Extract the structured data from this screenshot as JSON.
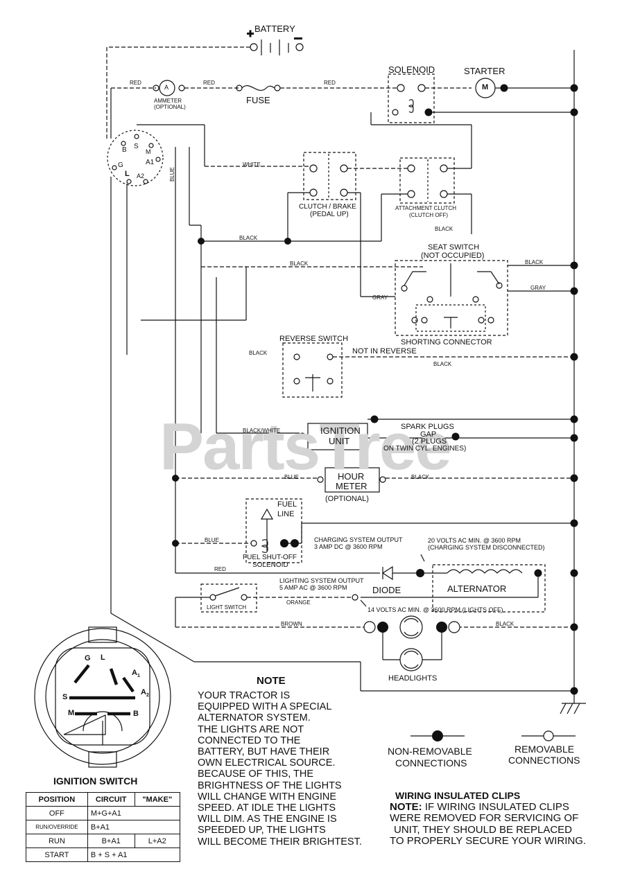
{
  "watermark": "PartsTree",
  "components": {
    "battery": "BATTERY",
    "solenoid": "SOLENOID",
    "starter": "STARTER",
    "starter_m": "M",
    "ammeter": "AMMETER",
    "ammeter_opt": "(OPTIONAL)",
    "ammeter_a": "A",
    "fuse": "FUSE",
    "clutch_brake": "CLUTCH / BRAKE",
    "pedal_up": "(PEDAL UP)",
    "attachment_clutch": "ATTACHMENT CLUTCH",
    "clutch_off": "(CLUTCH OFF)",
    "seat_switch": "SEAT SWITCH",
    "not_occupied": "(NOT OCCUPIED)",
    "shorting_connector": "SHORTING CONNECTOR",
    "reverse_switch": "REVERSE SWITCH",
    "not_in_reverse": "NOT IN REVERSE",
    "ignition_unit_1": "IGNITION",
    "ignition_unit_2": "UNIT",
    "spark_plugs_1": "SPARK PLUGS",
    "spark_plugs_2": "GAP",
    "spark_plugs_3": "(2 PLUGS",
    "spark_plugs_4": "ON TWIN CYL. ENGINES)",
    "hour_meter_1": "HOUR",
    "hour_meter_2": "METER",
    "hour_meter_opt": "(OPTIONAL)",
    "fuel_line_1": "FUEL",
    "fuel_line_2": "LINE",
    "fuel_solenoid_1": "FUEL SHUT-OFF",
    "fuel_solenoid_2": "SOLENOID",
    "charging_output_1": "CHARGING SYSTEM OUTPUT",
    "charging_output_2": "3 AMP DC @ 3600 RPM",
    "ac_20v_1": "20 VOLTS AC MIN. @ 3600 RPM",
    "ac_20v_2": "(CHARGING SYSTEM DISCONNECTED)",
    "diode": "DIODE",
    "alternator": "ALTERNATOR",
    "lighting_output_1": "LIGHTING SYSTEM OUTPUT",
    "lighting_output_2": "5 AMP AC @ 3600 RPM",
    "ac_14v": "14 VOLTS AC MIN. @ 3600 RPM (LIGHTS OFF)",
    "light_switch": "LIGHT SWITCH",
    "headlights": "HEADLIGHTS",
    "ignition_terminals": {
      "b": "B",
      "s": "S",
      "m": "M",
      "a1": "A1",
      "g": "G",
      "l": "L",
      "a2": "A2"
    }
  },
  "wires": {
    "red_1": "RED",
    "red_2": "RED",
    "red_3": "RED",
    "red_4": "RED",
    "white": "WHITE",
    "blue_vertical": "BLUE",
    "blue_hour": "BLUE",
    "blue_fuel": "BLUE",
    "black_1": "BLACK",
    "black_2": "BLACK",
    "black_3": "BLACK",
    "black_4": "BLACK",
    "black_5": "BLACK",
    "black_6": "BLACK",
    "black_7": "BLACK",
    "black_8": "BLACK",
    "gray_1": "GRAY",
    "gray_2": "GRAY",
    "black_white": "BLACK/WHITE",
    "orange": "ORANGE",
    "brown": "BROWN"
  },
  "ignition_switch": {
    "title": "IGNITION SWITCH",
    "face": {
      "g": "G",
      "l": "L",
      "a1": "A",
      "a1_sub": "1",
      "s": "S",
      "a2": "A",
      "a2_sub": "2",
      "m": "M",
      "b": "B"
    },
    "headers": [
      "POSITION",
      "CIRCUIT",
      "\"MAKE\""
    ],
    "rows": [
      {
        "position": "OFF",
        "circuit": "M+G+A1",
        "make": ""
      },
      {
        "position": "RUN/OVERRIDE",
        "circuit": "B+A1",
        "make": ""
      },
      {
        "position": "RUN",
        "circuit": "B+A1",
        "make": "L+A2"
      },
      {
        "position": "START",
        "circuit": "B + S + A1",
        "make": ""
      }
    ]
  },
  "note": {
    "title": "NOTE",
    "lines": [
      "YOUR TRACTOR IS",
      "EQUIPPED WITH A SPECIAL",
      "ALTERNATOR SYSTEM.",
      "THE LIGHTS ARE NOT",
      "CONNECTED TO THE",
      "BATTERY, BUT HAVE THEIR",
      "OWN ELECTRICAL SOURCE.",
      "BECAUSE OF THIS, THE",
      "BRIGHTNESS OF THE LIGHTS",
      "WILL CHANGE WITH ENGINE",
      "SPEED.  AT IDLE THE LIGHTS",
      "WILL DIM.  AS THE ENGINE IS",
      "SPEEDED UP, THE LIGHTS",
      "WILL BECOME THEIR BRIGHTEST."
    ]
  },
  "legend": {
    "non_removable_1": "NON-REMOVABLE",
    "non_removable_2": "CONNECTIONS",
    "removable_1": "REMOVABLE",
    "removable_2": "CONNECTIONS"
  },
  "clips": {
    "title": "WIRING INSULATED CLIPS",
    "note_label": "NOTE:",
    "line1": " IF WIRING INSULATED CLIPS",
    "line2": "WERE REMOVED FOR SERVICING OF",
    "line3": "UNIT, THEY SHOULD BE REPLACED",
    "line4": "TO PROPERLY SECURE YOUR WIRING."
  }
}
